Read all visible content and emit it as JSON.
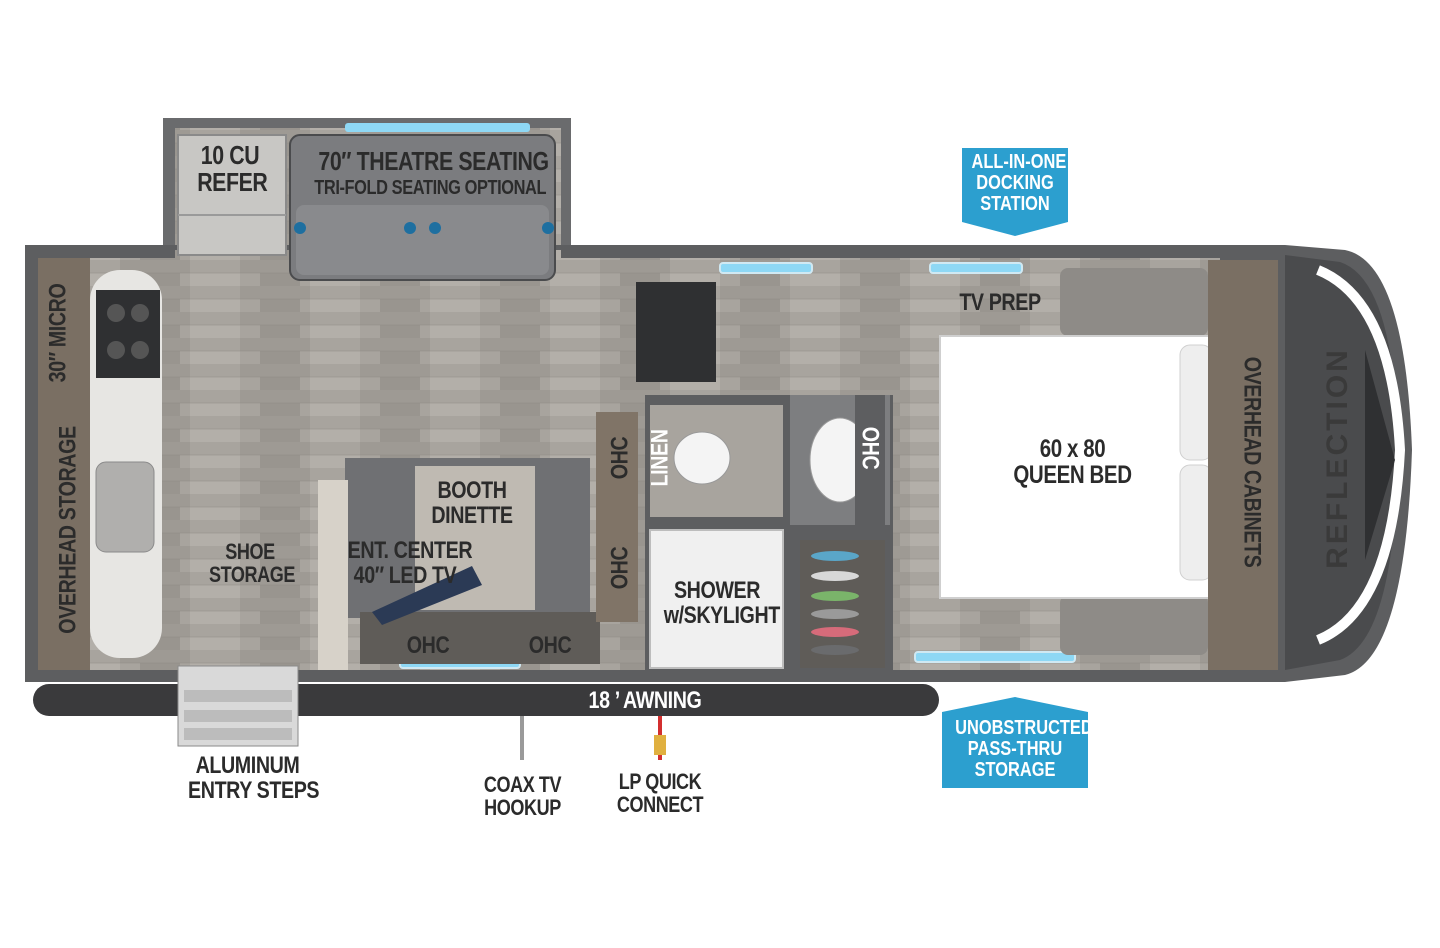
{
  "colors": {
    "wall": "#5d5e60",
    "floor": "#a39f99",
    "awning": "#3a3a3c",
    "callout": "#2c9fcf",
    "window": "#8ed8f5",
    "cabinet": "#7a6f63"
  },
  "labels": {
    "refer": [
      "10 CU",
      "REFER"
    ],
    "theatre": "70″ THEATRE SEATING",
    "trifold": "TRI-FOLD SEATING OPTIONAL",
    "micro": "30″ MICRO",
    "overhead_storage": "OVERHEAD STORAGE",
    "shoe_storage": [
      "SHOE",
      "STORAGE"
    ],
    "booth_dinette": [
      "BOOTH",
      "DINETTE"
    ],
    "ent_center": [
      "ENT. CENTER",
      "40″ LED TV"
    ],
    "ohc": "OHC",
    "linen": "LINEN",
    "shower": [
      "SHOWER",
      "w/SKYLIGHT"
    ],
    "tv_prep": "TV PREP",
    "queen_bed": [
      "60 x 80",
      "QUEEN BED"
    ],
    "overhead_cabinets": "OVERHEAD CABINETS",
    "brand": "REFLECTION",
    "awning": "18 ’ AWNING",
    "entry_steps": [
      "ALUMINUM",
      "ENTRY STEPS"
    ],
    "coax": [
      "COAX TV",
      "HOOKUP"
    ],
    "lp": [
      "LP QUICK",
      "CONNECT"
    ]
  },
  "callouts": {
    "docking": [
      "ALL-IN-ONE",
      "DOCKING",
      "STATION"
    ],
    "passthru": [
      "UNOBSTRUCTED",
      "PASS-THRU",
      "STORAGE"
    ]
  }
}
